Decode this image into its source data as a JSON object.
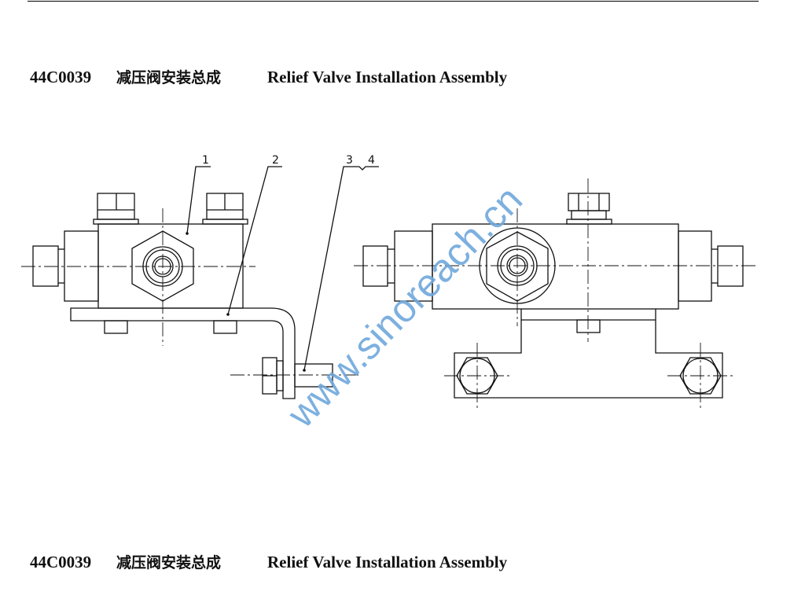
{
  "header": {
    "code": "44C0039",
    "title_cn": "减压阀安装总成",
    "title_en": "Relief Valve Installation Assembly"
  },
  "footer": {
    "code": "44C0039",
    "title_cn": "减压阀安装总成",
    "title_en": "Relief Valve Installation Assembly"
  },
  "drawing": {
    "part_labels": [
      "1",
      "2",
      "3",
      "4"
    ]
  },
  "watermark": "www.sinoreach.cn"
}
